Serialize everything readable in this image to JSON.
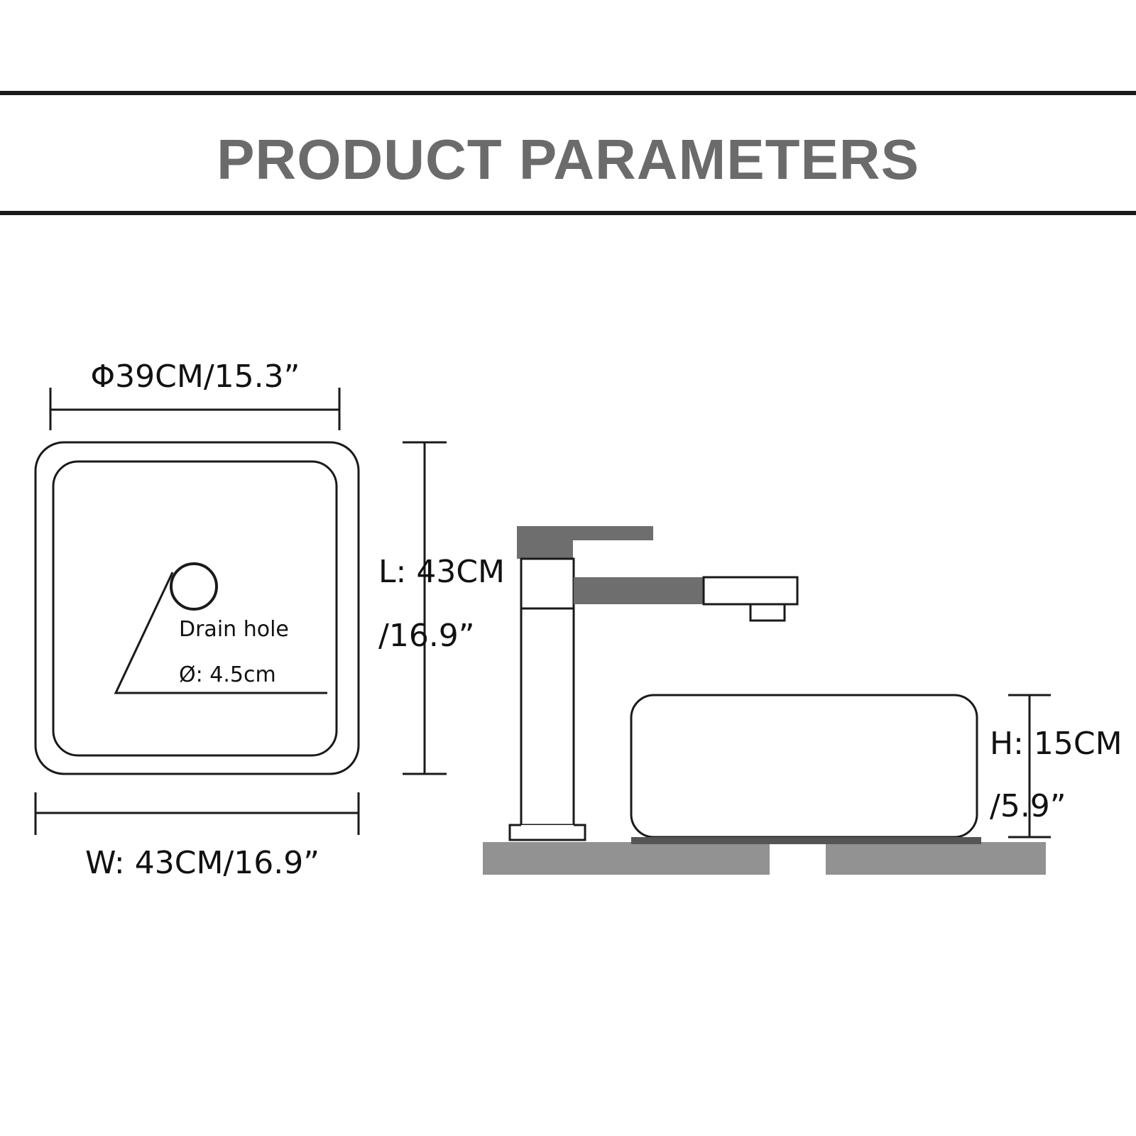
{
  "title": "PRODUCT PARAMETERS",
  "dimensions": {
    "diameter": "Φ39CM/15.3”",
    "length_line1": "L: 43CM",
    "length_line2": "/16.9”",
    "width": "W: 43CM/16.9”",
    "height_line1": "H: 15CM",
    "height_line2": "/5.9”"
  },
  "drain": {
    "label": "Drain hole",
    "size": "Ø: 4.5cm"
  },
  "colors": {
    "title": "#6b6b6b",
    "line": "#1a1a1a",
    "faucet_dark": "#6e6e6e",
    "counter": "#929292"
  }
}
